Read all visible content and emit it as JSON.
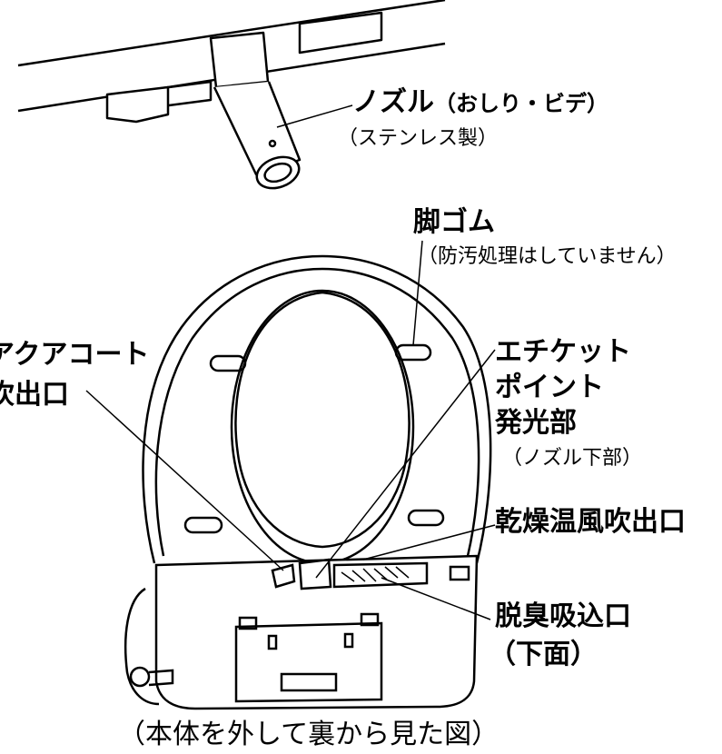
{
  "labels": {
    "nozzle": {
      "name": "ノズル",
      "detail": "（おしり・ビデ）",
      "material": "（ステンレス製）"
    },
    "foot_rubber": {
      "name": "脚ゴム",
      "note": "（防汚処理はしていません）"
    },
    "aqua_coat": {
      "line1": "アクアコート",
      "line2": "吹出口"
    },
    "etiquette": {
      "line1": "エチケット",
      "line2": "ポイント",
      "line3": "発光部",
      "note": "（ノズル下部）"
    },
    "dryer": "乾燥温風吹出口",
    "deodorizer": {
      "line1": "脱臭吸込口",
      "line2": "（下面）"
    }
  },
  "caption": "（本体を外して裏から見た図）",
  "colors": {
    "line": "#000000",
    "background": "#ffffff"
  }
}
